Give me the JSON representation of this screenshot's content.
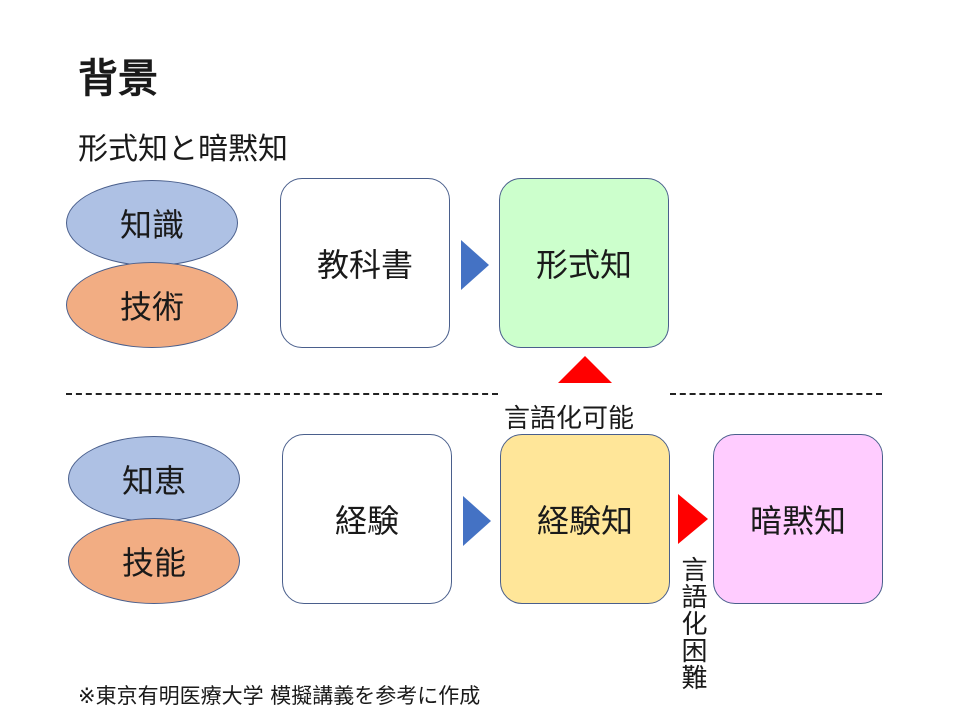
{
  "title": "背景",
  "subtitle": "形式知と暗黙知",
  "top_row": {
    "ellipse_top": "知識",
    "ellipse_bottom": "技術",
    "source_box": "教科書",
    "target_box": "形式知"
  },
  "bottom_row": {
    "ellipse_top": "知恵",
    "ellipse_bottom": "技能",
    "source_box": "経験",
    "middle_box": "経験知",
    "target_box": "暗黙知"
  },
  "labels": {
    "verbalizable": "言語化可能",
    "hard_to_verbalize": "言語化困難"
  },
  "footnote": "※東京有明医療大学 模擬講義を参考に作成",
  "colors": {
    "ellipse_blue": "#aec1e4",
    "ellipse_orange": "#f2ad83",
    "box_green": "#ccffcc",
    "box_yellow": "#ffe699",
    "box_pink": "#ffccff",
    "arrow_blue": "#4472c4",
    "arrow_red": "#ff0000"
  }
}
